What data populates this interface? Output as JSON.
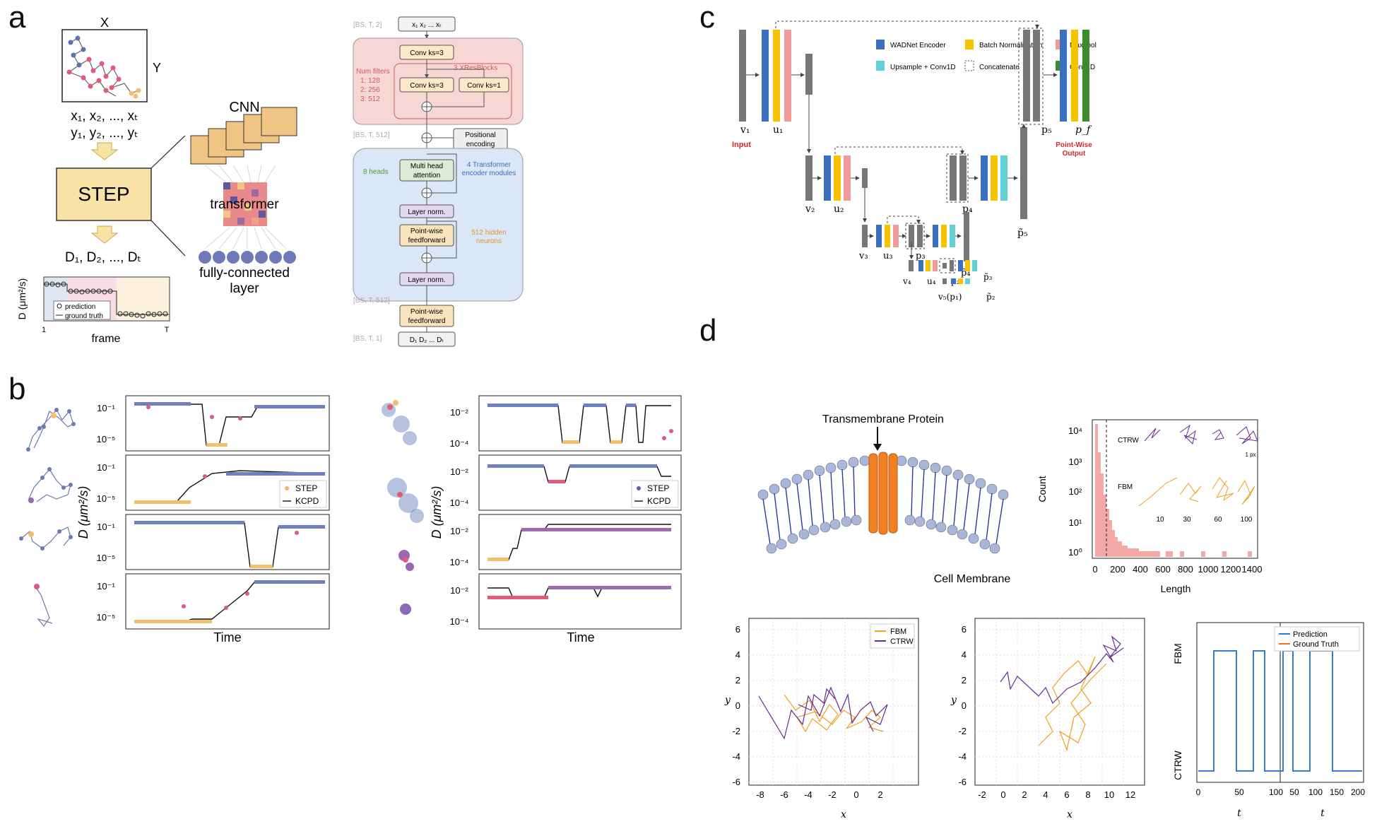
{
  "panels": {
    "a": "a",
    "b": "b",
    "c": "c",
    "d": "d"
  },
  "a": {
    "traj_x": "X",
    "traj_y": "Y",
    "x_seq": "x₁, x₂, ..., xₜ",
    "y_seq": "y₁, y₂, ..., yₜ",
    "step": "STEP",
    "d_seq": "D₁, D₂, ..., Dₜ",
    "cnn": "CNN",
    "transformer": "transformer",
    "fc1": "fully-connected",
    "fc2": "layer",
    "d_axis": "D (μm²/s)",
    "frame": "frame",
    "tick_start": "1",
    "tick_end": "T",
    "legend_pred": "prediction",
    "legend_gt": "ground truth",
    "arch": {
      "in_shape": "[BS, T, 2]",
      "input": "x₁ x₂ ... xₜ",
      "conv3_top": "Conv ks=3",
      "xres": "3 XResBlocks",
      "num_filters": [
        "Num filters",
        "1: 128",
        "2: 256",
        "3: 512"
      ],
      "conv3": "Conv ks=3",
      "conv1": "Conv ks=1",
      "mid_shape": "[BS, T, 512]",
      "pos_enc": [
        "Positional",
        "encoding"
      ],
      "heads": "8 heads",
      "mha": [
        "Multi head",
        "attention"
      ],
      "modules": [
        "4 Transformer",
        "encoder modules"
      ],
      "layernorm": "Layer norm.",
      "pff": [
        "Point-wise",
        "feedforward"
      ],
      "hidden": [
        "512 hidden",
        "neurons"
      ],
      "layernorm2": "Layer norm.",
      "out_shape1": "[BS, T, 512]",
      "pff2": [
        "Point-wise",
        "feedforward"
      ],
      "out_shape2": "[BS, T, 1]",
      "output": "D₁ D₂ ... Dₜ"
    }
  },
  "b": {
    "ylabel": "D (μm²/s)",
    "xlabel": "Time",
    "legend": [
      "STEP",
      "KCPD"
    ],
    "left_ticks": [
      "10⁻¹",
      "10⁻⁵"
    ],
    "right_ticks": [
      "10⁻²",
      "10⁻⁴"
    ]
  },
  "c": {
    "legend": [
      {
        "label": "WADNet Encoder",
        "color": "#3c6fbe"
      },
      {
        "label": "Batch Normalization",
        "color": "#f5c300"
      },
      {
        "label": "Maxpool",
        "color": "#ee9a9a"
      },
      {
        "label": "Upsample + Conv1D",
        "color": "#62d0d4"
      },
      {
        "label": "Concatenate",
        "color": "#ffffff"
      },
      {
        "label": "Conv1D",
        "color": "#3d8a2e"
      }
    ],
    "labels": {
      "v1": "v₁",
      "u1": "u₁",
      "v2": "v₂",
      "u2": "u₂",
      "v3": "v₃",
      "u3": "u₃",
      "v4": "v₄",
      "u4": "u₄",
      "v5": "v₅(p₁)",
      "p2": "p₂",
      "p2t": "p̃₂",
      "p3": "p₃",
      "p3t": "p̃₃",
      "p4": "p₄",
      "p4t": "p̃₄",
      "p5": "p₅",
      "p5t": "p̃₅",
      "pf": "p_f"
    },
    "input": "Input",
    "output": [
      "Point-Wise",
      "Output"
    ]
  },
  "d": {
    "protein": "Transmembrane Protein",
    "membrane": "Cell Membrane",
    "hist": {
      "ylabel": "Count",
      "xlabel": "Length",
      "xticks": [
        "0",
        "200",
        "400",
        "600",
        "800",
        "1000",
        "1200",
        "1400"
      ],
      "yticks": [
        "10⁰",
        "10¹",
        "10²",
        "10³",
        "10⁴"
      ],
      "ctrw": "CTRW",
      "fbm": "FBM",
      "lengths": [
        "10",
        "30",
        "60",
        "100"
      ],
      "scale": "1 px"
    },
    "traj1": {
      "legend": [
        "FBM",
        "CTRW"
      ],
      "xticks": [
        "-8",
        "-6",
        "-4",
        "-2",
        "0",
        "2"
      ],
      "yticks": [
        "6",
        "4",
        "2",
        "0",
        "-2",
        "-4",
        "-6"
      ],
      "xlabel": "x",
      "ylabel": "y"
    },
    "traj2": {
      "xticks": [
        "-2",
        "0",
        "2",
        "4",
        "6",
        "8",
        "10",
        "12"
      ],
      "yticks": [
        "6",
        "4",
        "2",
        "0",
        "-2",
        "-4",
        "-6"
      ],
      "xlabel": "x",
      "ylabel": "y"
    },
    "seg": {
      "legend": [
        "Prediction",
        "Ground Truth"
      ],
      "ylabels": [
        "FBM",
        "CTRW"
      ],
      "xticks1": [
        "0",
        "50",
        "100"
      ],
      "xticks2": [
        "50",
        "100",
        "150",
        "200"
      ],
      "xlabel": "t"
    }
  }
}
